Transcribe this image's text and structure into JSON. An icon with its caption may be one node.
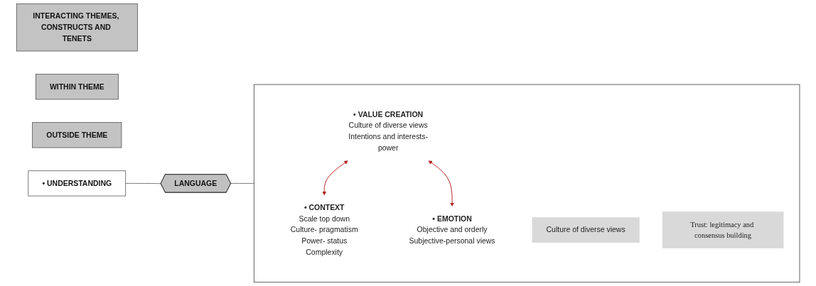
{
  "diagram": {
    "nodes": [
      {
        "text": [
          "INTERACTING THEMES, CONSTRUCTS AND TENETS"
        ]
      },
      {
        "text": [
          "WITHIN THEME"
        ]
      },
      {
        "text": [
          "OUTSIDE THEME"
        ]
      },
      {
        "text": [
          "• UNDERSTANDING"
        ]
      },
      {
        "text": [
          "LANGUAGE"
        ]
      },
      {
        "text": [],
        "shape": "box"
      },
      {
        "text": [
          "• CONTEXT",
          "Scale top down",
          "Culture- pragmatism",
          "Power- status",
          "Complexity"
        ],
        "in": 5
      },
      {
        "text": [
          "• VALUE CREATION",
          "Culture of diverse views",
          "Intentions and interests-power"
        ],
        "in": 5
      },
      {
        "text": [
          "• EMOTION",
          "Objective and orderly",
          "Subjective-personal views"
        ],
        "in": 5
      },
      {
        "text": [
          "Culture of diverse views"
        ],
        "in": 5
      },
      {
        "text": [
          "Trust: legitimacy and consensus building"
        ],
        "in": 5
      }
    ],
    "edges": [
      {
        "from": 3,
        "to": 4,
        "arrow": "none"
      },
      {
        "from": 4,
        "to": 5,
        "arrow": "none"
      },
      {
        "from": 7,
        "to": 6,
        "arrow": "both",
        "color": "#b22222"
      },
      {
        "from": 7,
        "to": 8,
        "arrow": "both",
        "color": "#b22222"
      }
    ]
  }
}
